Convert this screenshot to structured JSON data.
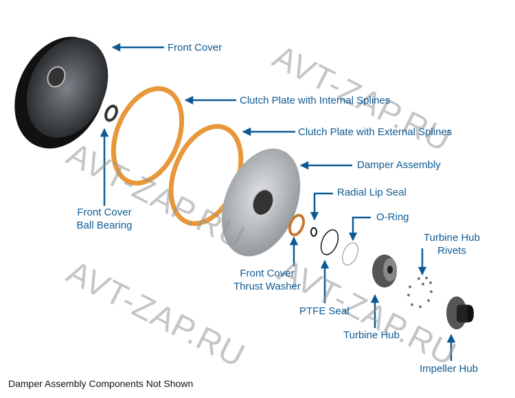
{
  "labels": {
    "front_cover": "Front Cover",
    "clutch_internal": "Clutch Plate with Internal Splines",
    "clutch_external": "Clutch Plate with External Splines",
    "damper_assembly": "Damper Assembly",
    "radial_lip_seal": "Radial Lip Seal",
    "o_ring": "O-Ring",
    "turbine_hub_rivets_1": "Turbine Hub",
    "turbine_hub_rivets_2": "Rivets",
    "ball_bearing_1": "Front Cover",
    "ball_bearing_2": "Ball Bearing",
    "thrust_washer_1": "Front Cover",
    "thrust_washer_2": "Thrust Washer",
    "ptfe_seal": "PTFE Seal",
    "turbine_hub": "Turbine Hub",
    "impeller_hub": "Impeller Hub"
  },
  "footer": "Damper Assembly Components Not Shown",
  "watermark": "AVT-ZAP.RU",
  "colors": {
    "label": "#0d5a93",
    "clutch": "#e8973a",
    "metal": "#a9adb1"
  }
}
